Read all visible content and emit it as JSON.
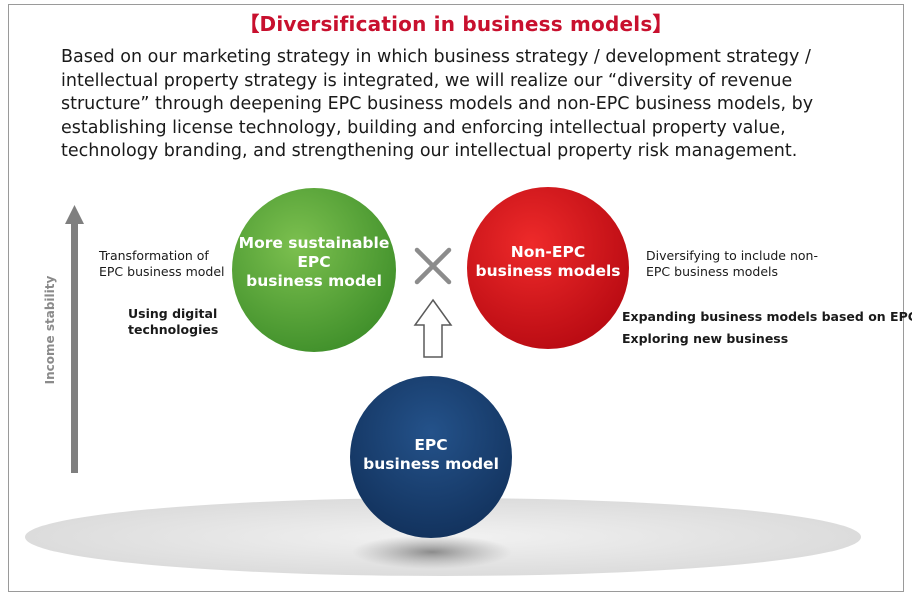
{
  "title": "【Diversification in business models】",
  "intro": {
    "lines": [
      "Based on our marketing strategy in which business strategy / development strategy /",
      "intellectual property strategy is integrated, we will realize our “diversity of revenue",
      "structure” through deepening EPC business models and non-EPC business models, by",
      "establishing license technology, building and enforcing intellectual property value,",
      "technology branding, and strengthening our intellectual property risk management."
    ]
  },
  "axis": {
    "label": "Income stability"
  },
  "left_notes": {
    "transformation": [
      "Transformation of",
      "EPC business model"
    ],
    "digital": [
      "Using digital",
      "technologies"
    ]
  },
  "right_notes": {
    "diversifying": [
      "Diversifying to include non-",
      "EPC business models"
    ],
    "expanding": "Expanding business models based on EPC",
    "exploring": "Exploring new business"
  },
  "circles": {
    "sustainable": {
      "lines": [
        "More sustainable",
        "EPC",
        "business model"
      ],
      "color": "#5aa83c"
    },
    "non_epc": {
      "lines": [
        "Non-EPC",
        "business models"
      ],
      "color": "#d40f1a"
    },
    "epc": {
      "lines": [
        "EPC",
        "business model"
      ],
      "color": "#1a3f6e"
    }
  },
  "symbols": {
    "cross": "cross-icon",
    "arrow": "up-arrow-icon"
  }
}
